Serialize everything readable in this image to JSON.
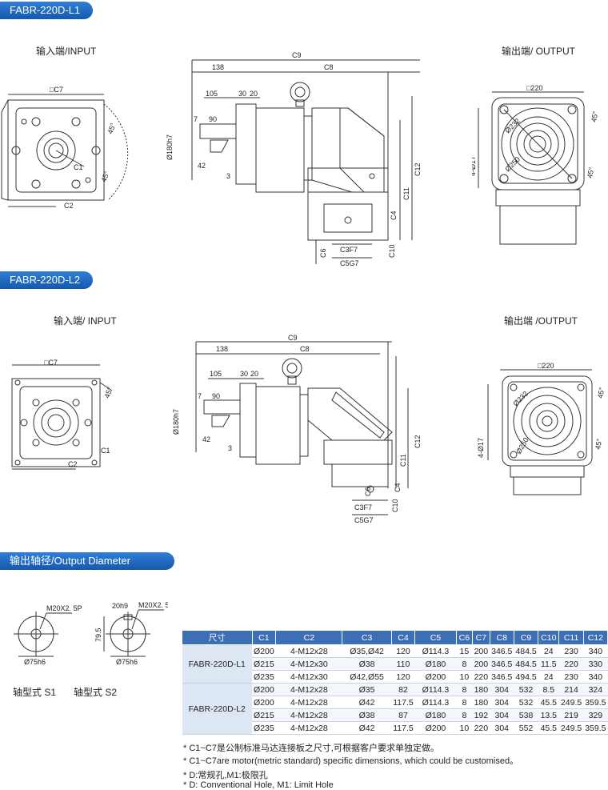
{
  "sections": {
    "l1": "FABR-220D-L1",
    "l2": "FABR-220D-L2",
    "output_diameter": "输出轴径/Output Diameter"
  },
  "views": {
    "l1_input": "输入端/INPUT",
    "l1_output": "输出端/ OUTPUT",
    "l2_input": "输入端/ INPUT",
    "l2_output": "输出端 /OUTPUT"
  },
  "dims": {
    "c9": "C9",
    "n138": "138",
    "c8": "C8",
    "n105": "105",
    "n30": "30",
    "n20": "20",
    "n7": "7",
    "n90": "90",
    "d180": "Ø180h7",
    "n42": "42",
    "n3": "3",
    "c12": "C12",
    "c11": "C11",
    "c4": "C4",
    "c10": "C10",
    "c6": "C6",
    "c3": "C3F7",
    "c5": "C5G7",
    "sqc7": "□C7",
    "c1": "C1",
    "c2": "C2",
    "a45": "45°",
    "sq220": "□220",
    "d232": "Ø232",
    "d250": "Ø250",
    "h4d17": "4-Ø17"
  },
  "shafts": {
    "m20": "M20X2. 5P",
    "d75": "Ø75h6",
    "n20h9": "20h9",
    "n795": "79.5",
    "s1": "轴型式 S1",
    "s2": "轴型式 S2"
  },
  "table": {
    "headers": [
      "尺寸",
      "C1",
      "C2",
      "C3",
      "C4",
      "C5",
      "C6",
      "C7",
      "C8",
      "C9",
      "C10",
      "C11",
      "C12"
    ],
    "groups": [
      {
        "model": "FABR-220D-L1",
        "rows": [
          [
            "Ø200",
            "4-M12x28",
            "Ø35,Ø42",
            "120",
            "Ø114.3",
            "15",
            "200",
            "346.5",
            "484.5",
            "24",
            "230",
            "340"
          ],
          [
            "Ø215",
            "4-M12x30",
            "Ø38",
            "110",
            "Ø180",
            "8",
            "200",
            "346.5",
            "484.5",
            "11.5",
            "220",
            "330"
          ],
          [
            "Ø235",
            "4-M12x30",
            "Ø42,Ø55",
            "120",
            "Ø200",
            "10",
            "220",
            "346.5",
            "494.5",
            "24",
            "230",
            "340"
          ]
        ]
      },
      {
        "model": "FABR-220D-L2",
        "rows": [
          [
            "Ø200",
            "4-M12x28",
            "Ø35",
            "82",
            "Ø114.3",
            "8",
            "180",
            "304",
            "532",
            "8.5",
            "214",
            "324"
          ],
          [
            "Ø200",
            "4-M12x28",
            "Ø42",
            "117.5",
            "Ø114.3",
            "8",
            "180",
            "304",
            "532",
            "45.5",
            "249.5",
            "359.5"
          ],
          [
            "Ø215",
            "4-M12x28",
            "Ø38",
            "87",
            "Ø180",
            "8",
            "192",
            "304",
            "538",
            "13.5",
            "219",
            "329"
          ],
          [
            "Ø235",
            "4-M12x28",
            "Ø42",
            "117.5",
            "Ø200",
            "10",
            "220",
            "304",
            "552",
            "45.5",
            "249.5",
            "359.5"
          ]
        ]
      }
    ]
  },
  "notes": [
    "* C1~C7是公制标准马达连接板之尺寸,可根据客户要求单独定做。",
    "* C1~C7are motor(metric standard)  specific dimensions, which could be customised。",
    "* D:常规孔,M1:极限孔",
    "* D: Conventional Hole, M1: Limit Hole"
  ]
}
